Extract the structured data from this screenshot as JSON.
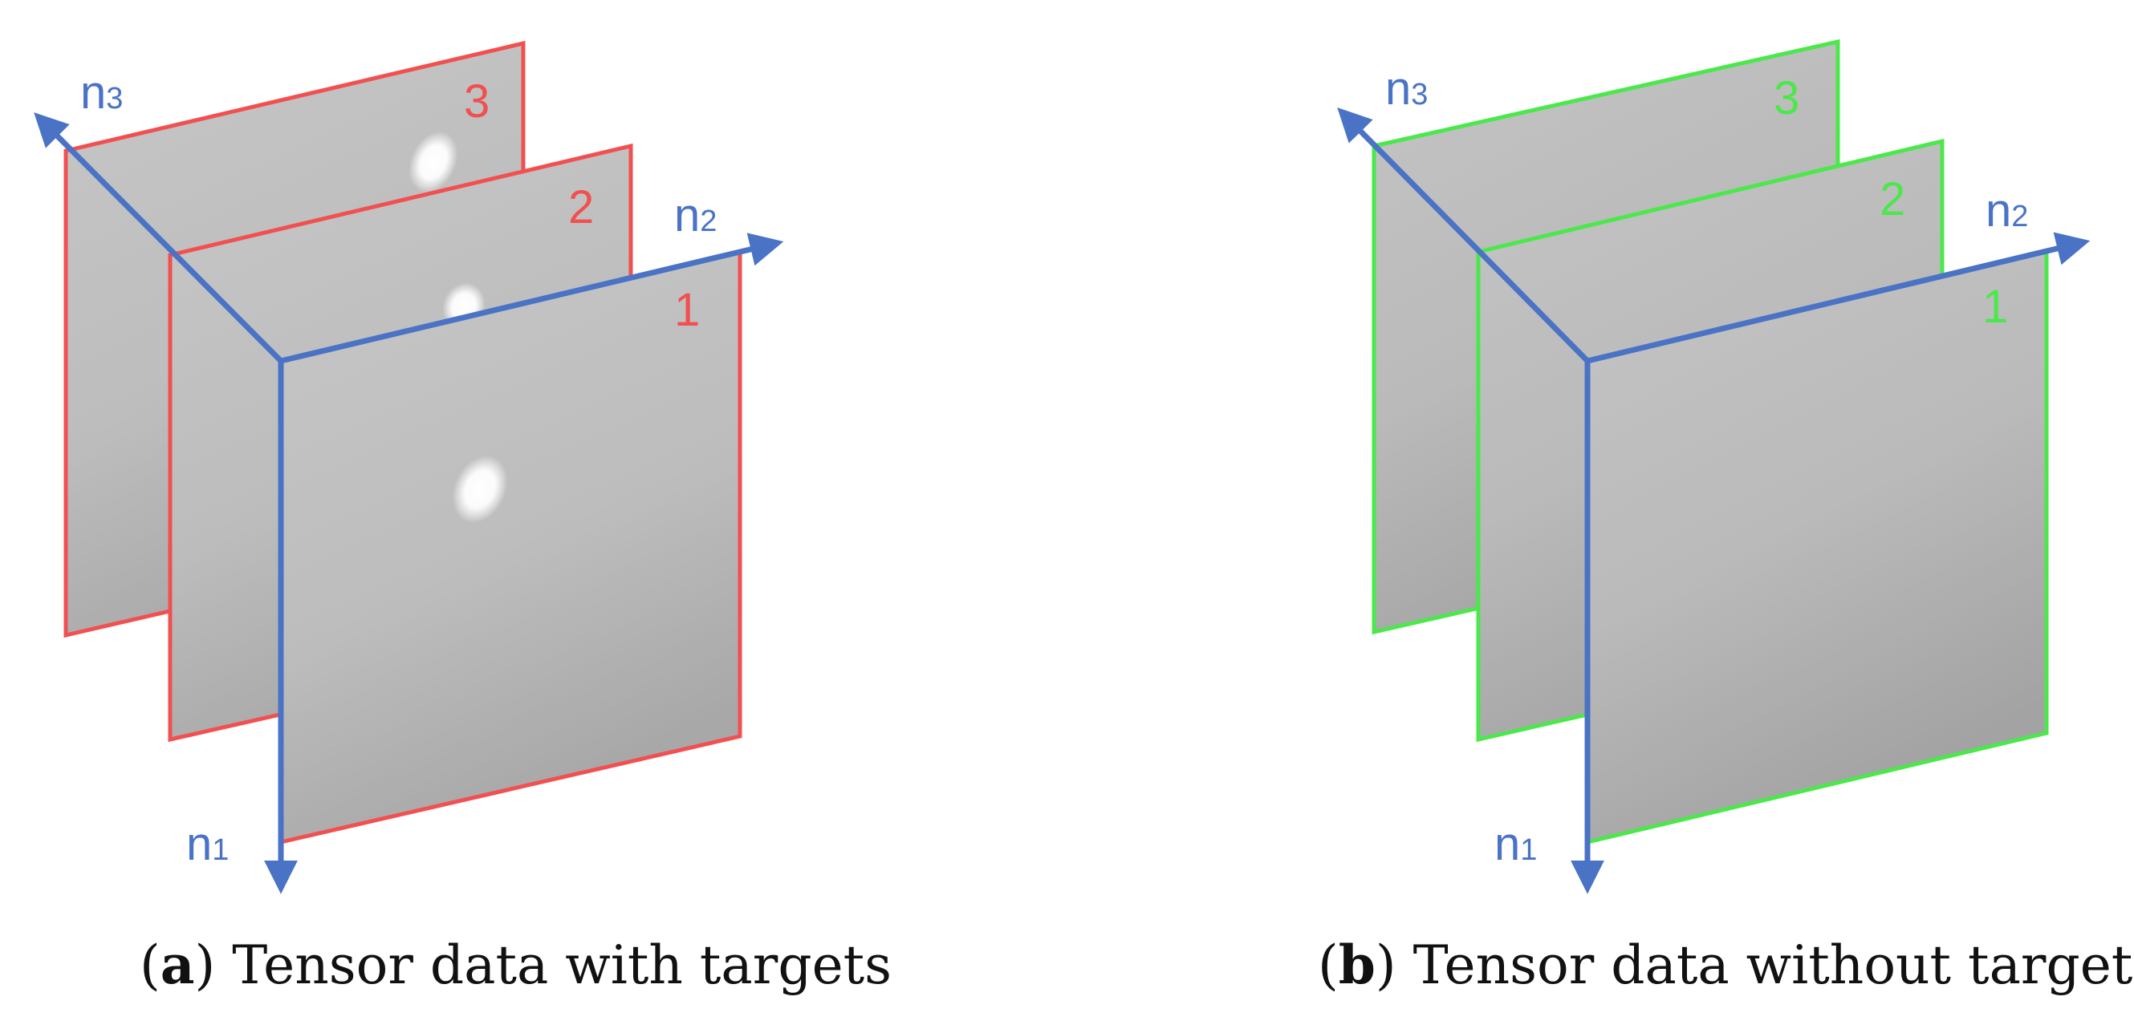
{
  "colors": {
    "panel_a_frame": "#f25050",
    "panel_b_frame": "#4be84b",
    "axis": "#4a73c6",
    "frame_fill": "#c2c2c2",
    "target": "#ffffff",
    "caption_text": "#111111"
  },
  "panels": [
    {
      "id": "a",
      "frames": [
        "1",
        "2",
        "3"
      ],
      "axis_letter": "n",
      "axes": [
        "1",
        "2",
        "3"
      ],
      "caption_letter": "a",
      "caption_text": "Tensor data with targets"
    },
    {
      "id": "b",
      "frames": [
        "1",
        "2",
        "3"
      ],
      "axis_letter": "n",
      "axes": [
        "1",
        "2",
        "3"
      ],
      "caption_letter": "b",
      "caption_text": "Tensor data without targets"
    }
  ]
}
